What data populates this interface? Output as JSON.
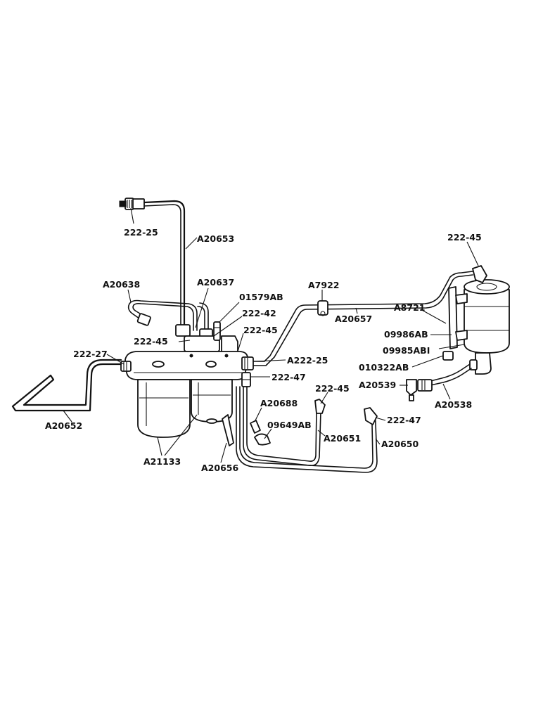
{
  "labels": {
    "l_222_25_top": "222-25",
    "l_a20653": "A20653",
    "l_a20638": "A20638",
    "l_a20637": "A20637",
    "l_01579ab": "01579AB",
    "l_222_42": "222-42",
    "l_222_45_left": "222-45",
    "l_222_45_mid": "222-45",
    "l_222_27": "222-27",
    "l_a222_25": "A222-25",
    "l_222_47_mid": "222-47",
    "l_a7922": "A7922",
    "l_a20657": "A20657",
    "l_222_45_right": "222-45",
    "l_a8721": "A8721",
    "l_09986ab": "09986AB",
    "l_09985ab1": "09985ABI",
    "l_010322ab": "010322AB",
    "l_a20539": "A20539",
    "l_a20538": "A20538",
    "l_222_45_low": "222-45",
    "l_222_47_right": "222-47",
    "l_a20688": "A20688",
    "l_09649ab": "09649AB",
    "l_a20651": "A20651",
    "l_a20650": "A20650",
    "l_a20652": "A20652",
    "l_a21133": "A21133",
    "l_a20656": "A20656"
  }
}
